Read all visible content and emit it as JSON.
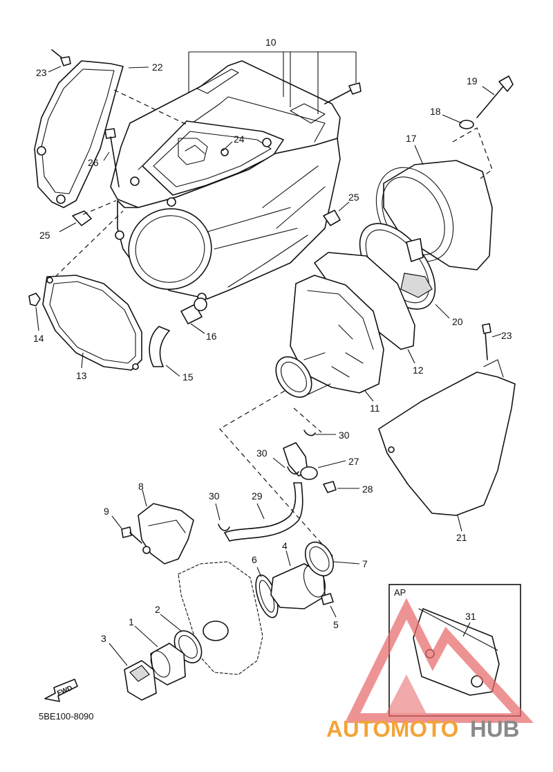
{
  "diagram": {
    "part_code": "5BE100-8090",
    "callouts": {
      "c1": "1",
      "c2": "2",
      "c3": "3",
      "c4": "4",
      "c5": "5",
      "c6": "6",
      "c7": "7",
      "c8": "8",
      "c9": "9",
      "c10": "10",
      "c11": "11",
      "c12": "12",
      "c13": "13",
      "c14": "14",
      "c15": "15",
      "c16": "16",
      "c17": "17",
      "c18": "18",
      "c19": "19",
      "c20": "20",
      "c21": "21",
      "c22": "22",
      "c23a": "23",
      "c23b": "23",
      "c24": "24",
      "c25a": "25",
      "c25b": "25",
      "c26": "26",
      "c27": "27",
      "c28": "28",
      "c29": "29",
      "c30a": "30",
      "c30b": "30",
      "c30c": "30",
      "c31": "31"
    },
    "inset": {
      "label": "AP"
    },
    "fwd_arrow": "FWD"
  },
  "watermark": {
    "part1": "AUTOMOTO",
    "part2": "HUB",
    "color1": "#f2a43a",
    "color2": "#8a8a8a",
    "logo_color": "#e86a6a"
  }
}
